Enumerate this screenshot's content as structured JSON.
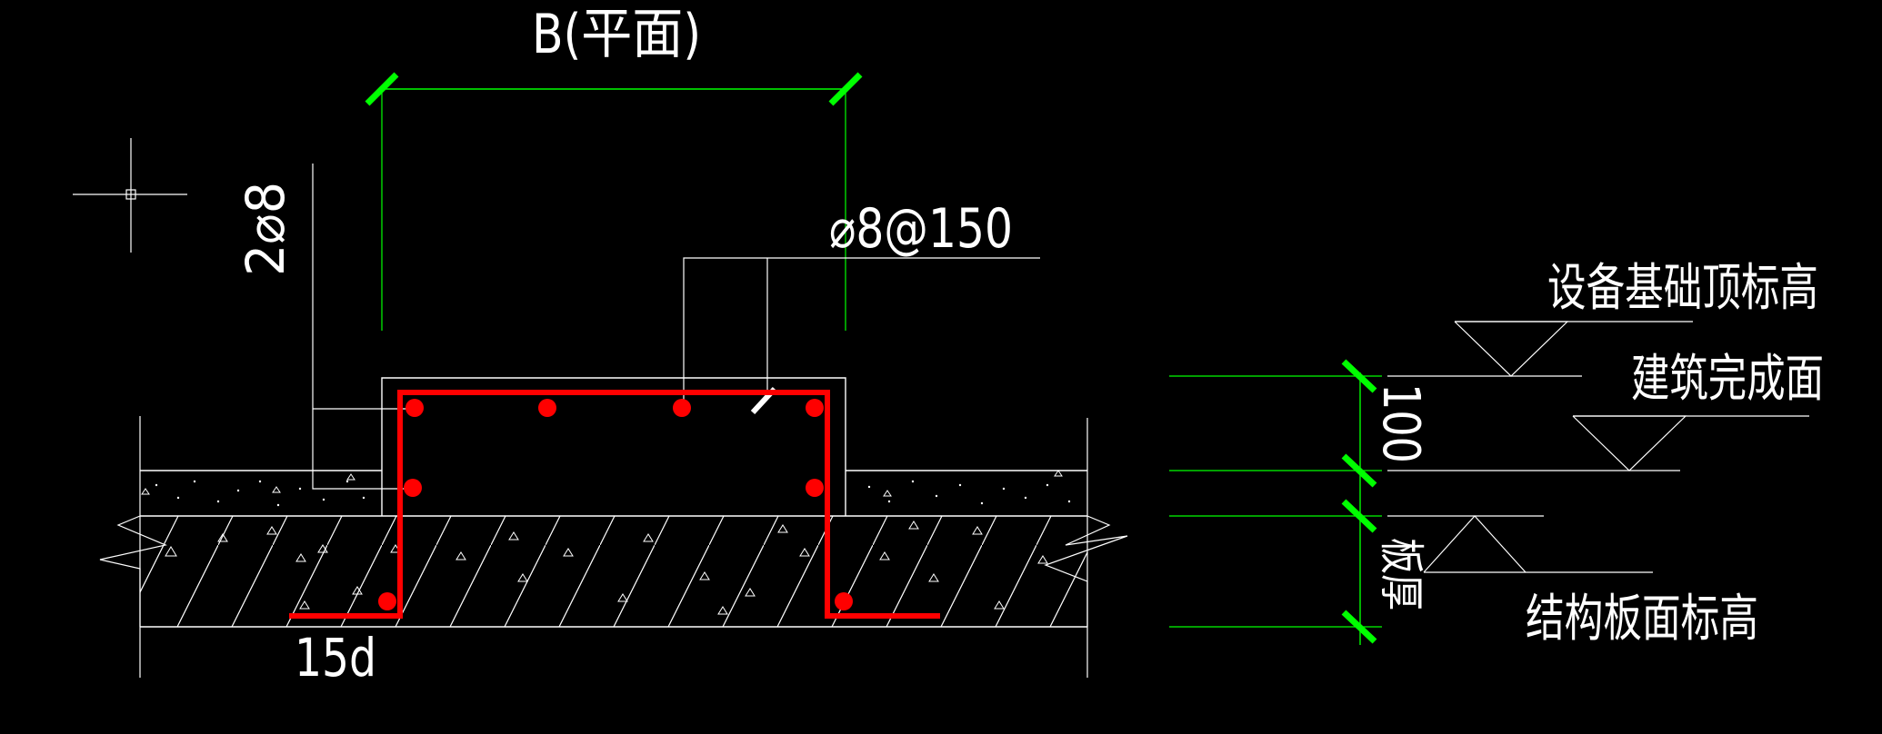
{
  "labels": {
    "dim_top": "B(平面)",
    "rebar_side": "2⌀8",
    "rebar_stirrup": "⌀8@150",
    "anchor_length": "15d",
    "equip_top_elev": "设备基础顶标高",
    "finished_floor": "建筑完成面",
    "dim_100": "100",
    "slab_thickness": "板厚",
    "struct_slab_elev": "结构板面标高"
  },
  "colors": {
    "background": "#000000",
    "line": "#ffffff",
    "rebar": "#ff0000",
    "dim": "#00ff00",
    "tick": "#00ff00"
  }
}
